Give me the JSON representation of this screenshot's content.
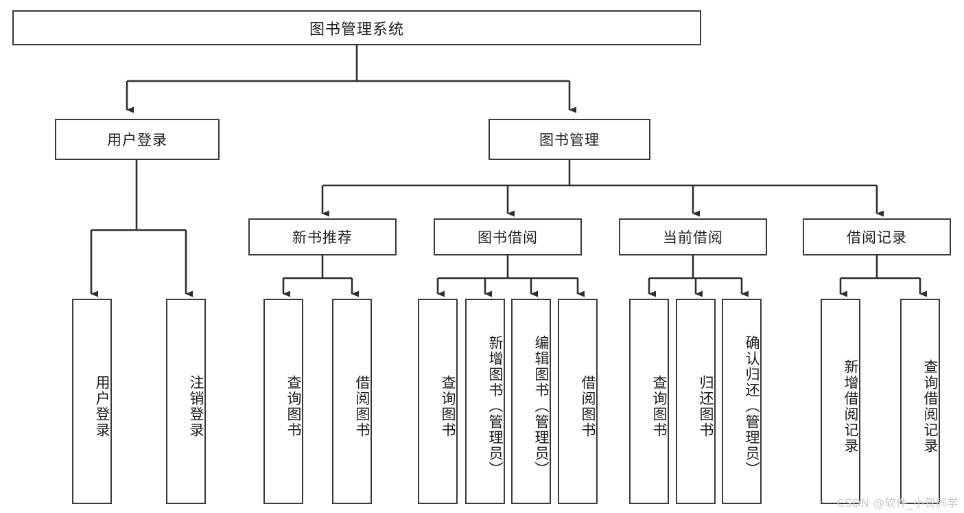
{
  "diagram": {
    "title": "图书管理系统",
    "type": "tree-hierarchy-chart",
    "root": {
      "label": "图书管理系统"
    },
    "level1": [
      {
        "label": "用户登录"
      },
      {
        "label": "图书管理"
      }
    ],
    "level2": [
      {
        "label": "新书推荐",
        "parent": "图书管理"
      },
      {
        "label": "图书借阅",
        "parent": "图书管理"
      },
      {
        "label": "当前借阅",
        "parent": "图书管理"
      },
      {
        "label": "借阅记录",
        "parent": "图书管理"
      }
    ],
    "leaves": [
      {
        "label": "用户登录",
        "parent": "用户登录"
      },
      {
        "label": "注销登录",
        "parent": "用户登录"
      },
      {
        "label": "查询图书",
        "parent": "新书推荐"
      },
      {
        "label": "借阅图书",
        "parent": "新书推荐"
      },
      {
        "label": "查询图书",
        "parent": "图书借阅"
      },
      {
        "label": "新增图书（管理员）",
        "parent": "图书借阅"
      },
      {
        "label": "编辑图书（管理员）",
        "parent": "图书借阅"
      },
      {
        "label": "借阅图书",
        "parent": "图书借阅"
      },
      {
        "label": "查询图书",
        "parent": "当前借阅"
      },
      {
        "label": "归还图书",
        "parent": "当前借阅"
      },
      {
        "label": "确认归还（管理员）",
        "parent": "当前借阅"
      },
      {
        "label": "新增借阅记录",
        "parent": "借阅记录"
      },
      {
        "label": "查询借阅记录",
        "parent": "借阅记录"
      }
    ],
    "watermark": "CSDN @软件_小贺同学",
    "colors": {
      "stroke": "#3a3a3a",
      "background": "#ffffff",
      "text": "#1d1d1d",
      "watermark": "#c9c9c9"
    }
  }
}
